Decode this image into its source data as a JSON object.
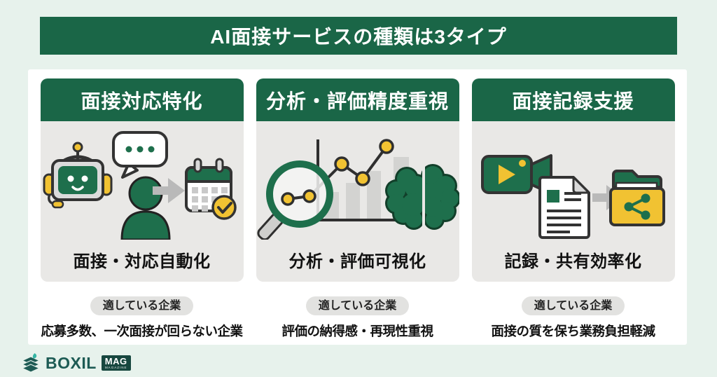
{
  "title": "AI面接サービスの種類は3タイプ",
  "columns": [
    {
      "header": "面接対応特化",
      "label": "面接・対応自動化",
      "badge": "適している企業",
      "description": "応募多数、一次面接が回らない企業",
      "icons": [
        "robot-icon",
        "speech-bubble-icon",
        "person-icon",
        "arrow-right-icon",
        "calendar-check-icon"
      ]
    },
    {
      "header": "分析・評価精度重視",
      "label": "分析・評価可視化",
      "badge": "適している企業",
      "description": "評価の納得感・再現性重視",
      "icons": [
        "bar-chart-icon",
        "line-chart-icon",
        "magnifier-icon",
        "brain-icon"
      ]
    },
    {
      "header": "面接記録支援",
      "label": "記録・共有効率化",
      "badge": "適している企業",
      "description": "面接の質を保ち業務負担軽減",
      "icons": [
        "video-camera-icon",
        "document-icon",
        "arrow-right-icon",
        "share-folder-icon"
      ]
    }
  ],
  "footer": {
    "brand": "BOXIL",
    "mag": "MAG",
    "magazine": "MAGAZINE"
  },
  "colors": {
    "green": "#1A6647",
    "icon_green": "#1E6F4C",
    "yellow": "#F1C232",
    "background": "#E7F2EC",
    "card": "#FFFFFF",
    "panel_gray": "#E9E8E6",
    "badge_gray": "#E2E2E0",
    "arrow_gray": "#B9B9B9",
    "logo_teal": "#1D5B54"
  }
}
